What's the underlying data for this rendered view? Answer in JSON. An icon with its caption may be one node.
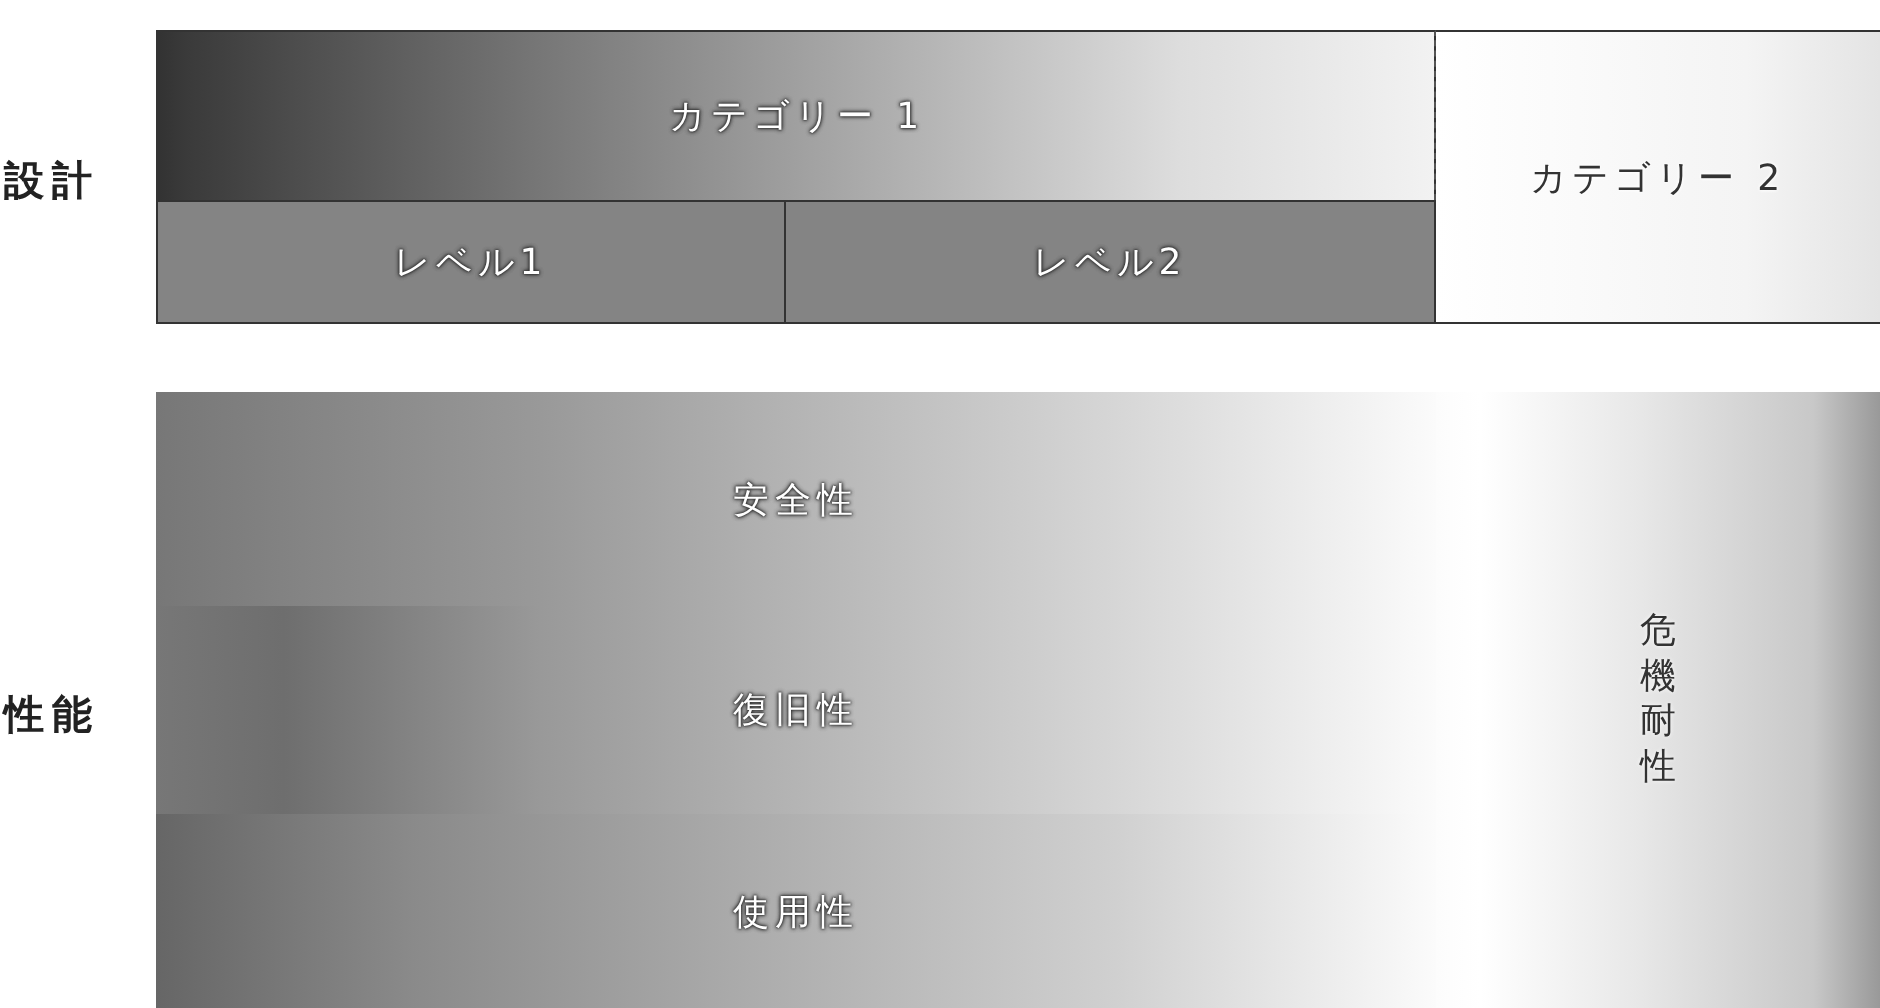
{
  "diagram": {
    "nodes": [
      {
        "text": [
          "カテゴリー 1"
        ]
      },
      {
        "text": [
          "レベル1"
        ]
      },
      {
        "text": [
          "レベル2"
        ]
      },
      {
        "text": [
          "カテゴリー 2"
        ]
      },
      {
        "text": [
          "安全性"
        ]
      },
      {
        "text": [
          "復旧性"
        ]
      },
      {
        "text": [
          "使用性"
        ]
      },
      {
        "text": [
          "危機耐性"
        ]
      }
    ],
    "labels": [
      "設計",
      "性能"
    ]
  }
}
